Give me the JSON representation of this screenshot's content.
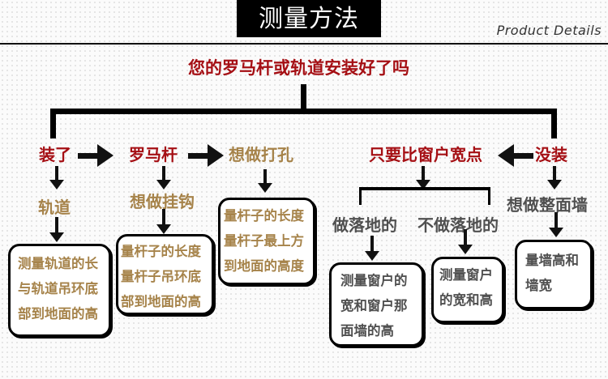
{
  "header": {
    "title": "测量方法",
    "subtitle": "Product Details"
  },
  "question": "您的罗马杆或轨道安装好了吗",
  "installed_branch": {
    "label": "装了",
    "rod": "罗马杆",
    "drill": "想做打孔",
    "track": "轨道",
    "hook": "想做挂钩",
    "track_box": [
      "测量轨道的长",
      "与轨道吊环底",
      "部到地面的高"
    ],
    "hook_box": [
      "量杆子的长度",
      "量杆子吊环底",
      "部到地面的高"
    ],
    "drill_box": [
      "量杆子的长度",
      "量杆子最上方",
      "到地面的高度"
    ]
  },
  "not_installed_branch": {
    "label": "没装",
    "wider": "只要比窗户宽点",
    "full_wall": "想做整面墙",
    "floor": "做落地的",
    "non_floor": "不做落地的",
    "floor_box": [
      "测量窗户的",
      "宽和窗户那",
      "面墙的高"
    ],
    "non_floor_box": [
      "测量窗户",
      "的宽和高"
    ],
    "wall_box": [
      "量墙高和",
      "墙宽"
    ]
  },
  "colors": {
    "red": "#a50f14",
    "gold": "#a6834a",
    "gray": "#505050"
  }
}
